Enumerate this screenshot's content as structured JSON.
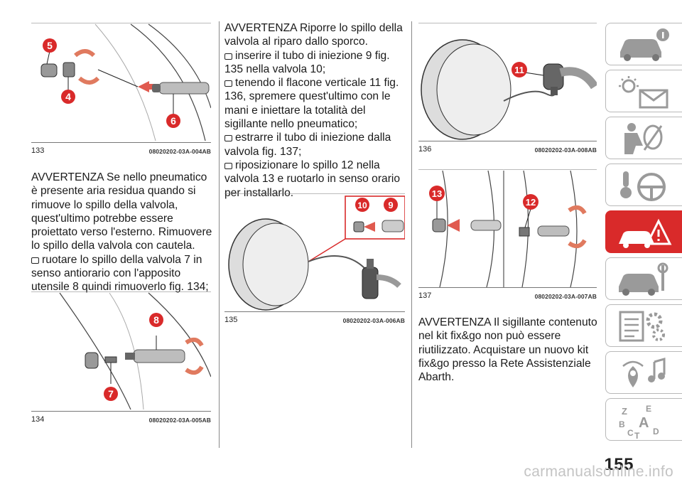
{
  "figures": {
    "f133": {
      "number": "133",
      "code": "08020202-03A-004AB",
      "callouts": [
        "5",
        "4",
        "6"
      ]
    },
    "f134": {
      "number": "134",
      "code": "08020202-03A-005AB",
      "callouts": [
        "8",
        "7"
      ]
    },
    "f135": {
      "number": "135",
      "code": "08020202-03A-006AB",
      "callouts": [
        "10",
        "9"
      ]
    },
    "f136": {
      "number": "136",
      "code": "08020202-03A-008AB",
      "callouts": [
        "11"
      ]
    },
    "f137": {
      "number": "137",
      "code": "08020202-03A-007AB",
      "callouts": [
        "13",
        "12"
      ]
    }
  },
  "col1": {
    "warning": "AVVERTENZA Se nello pneumatico è presente aria residua quando si rimuove lo spillo della valvola, quest'ultimo potrebbe essere proiettato verso l'esterno. Rimuovere lo spillo della valvola con cautela.",
    "step1": "ruotare lo spillo della valvola 7 in senso antiorario con l'apposito utensile 8 quindi rimuoverlo fig. 134;"
  },
  "col2": {
    "warning": "AVVERTENZA Riporre lo spillo della valvola al riparo dallo sporco.",
    "step1": "inserire il tubo di iniezione 9 fig. 135 nella valvola 10;",
    "step2": "tenendo il flacone verticale 11 fig. 136, spremere quest'ultimo con le mani e iniettare la totalità del sigillante nello pneumatico;",
    "step3": "estrarre il tubo di iniezione dalla valvola fig. 137;",
    "step4": "riposizionare lo spillo 12 nella valvola 13 e ruotarlo in senso orario per installarlo."
  },
  "col3": {
    "warning": "AVVERTENZA Il sigillante contenuto nel kit fix&go non può essere riutilizzato. Acquistare un nuovo kit fix&go presso la Rete Assistenziale Abarth."
  },
  "side_tabs": [
    {
      "icon": "car-info-icon",
      "active": false
    },
    {
      "icon": "warning-lights-icon",
      "active": false
    },
    {
      "icon": "seat-airbag-icon",
      "active": false
    },
    {
      "icon": "key-steering-wheel-icon",
      "active": false
    },
    {
      "icon": "emergency-icon",
      "active": true
    },
    {
      "icon": "car-maintenance-icon",
      "active": false
    },
    {
      "icon": "technical-data-icon",
      "active": false
    },
    {
      "icon": "multimedia-icon",
      "active": false
    },
    {
      "icon": "index-icon",
      "active": false
    }
  ],
  "index_letters": [
    "Z",
    "E",
    "A",
    "B",
    "C",
    "T",
    "D"
  ],
  "colors": {
    "accent": "#d92a2a",
    "callout": "#d92a2a"
  },
  "page_number": "155",
  "watermark": "carmanualsonline.info"
}
